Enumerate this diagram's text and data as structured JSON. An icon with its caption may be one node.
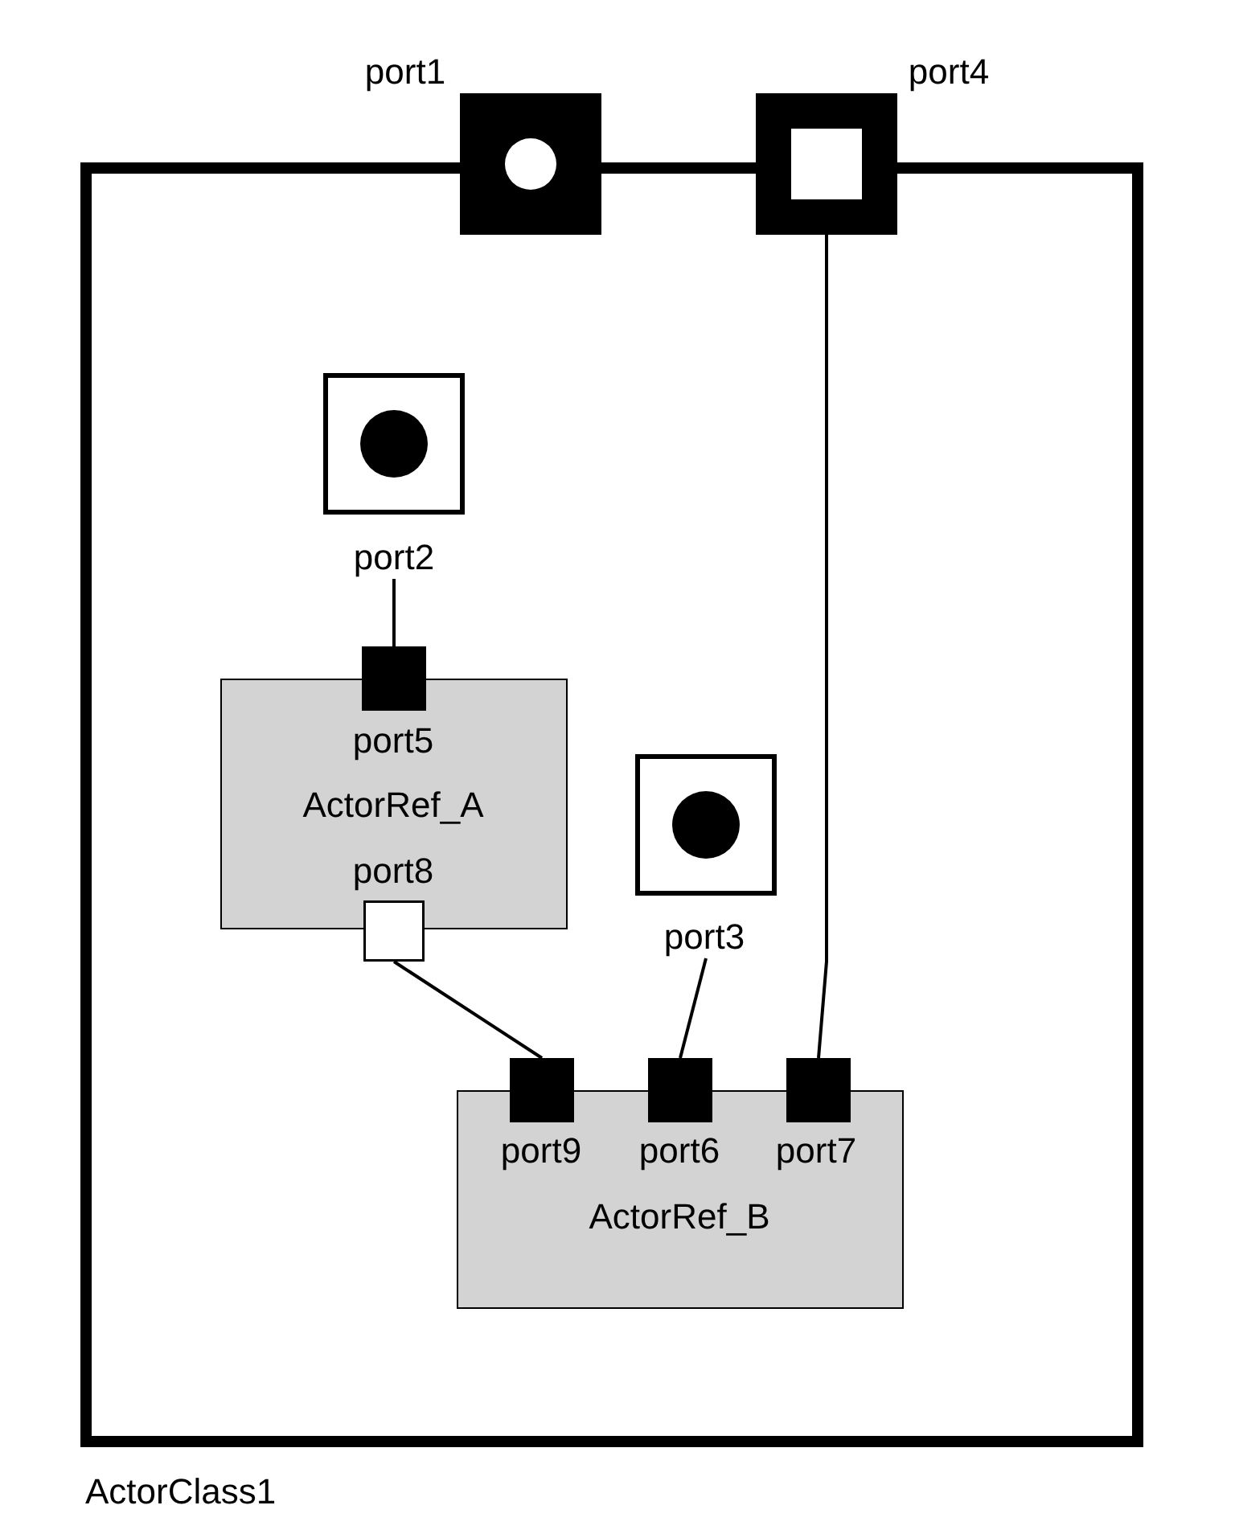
{
  "diagram": {
    "nodes": [
      {
        "text": [
          "ActorClass1"
        ]
      },
      {
        "text": [
          "port1"
        ]
      },
      {
        "text": [
          "port4"
        ]
      },
      {
        "text": [
          "port2"
        ],
        "in": 0
      },
      {
        "text": [
          "port5",
          "ActorRef_A",
          "port8"
        ],
        "in": 0
      },
      {
        "text": [],
        "shape": "box",
        "in": 0
      },
      {
        "text": [],
        "shape": "box",
        "in": 0
      },
      {
        "text": [
          "port3"
        ],
        "in": 0
      },
      {
        "text": [
          "port9",
          "port6",
          "port7",
          "ActorRef_B"
        ],
        "in": 0
      },
      {
        "text": [],
        "shape": "box",
        "in": 0
      },
      {
        "text": [],
        "shape": "box",
        "in": 0
      },
      {
        "text": [],
        "shape": "box",
        "in": 0
      }
    ],
    "edges": [
      {
        "from": 3,
        "to": 5,
        "arrow": "none"
      },
      {
        "from": 6,
        "to": 9,
        "arrow": "none"
      },
      {
        "from": 7,
        "to": 10,
        "arrow": "none"
      },
      {
        "from": 2,
        "to": 11,
        "arrow": "none"
      }
    ]
  }
}
